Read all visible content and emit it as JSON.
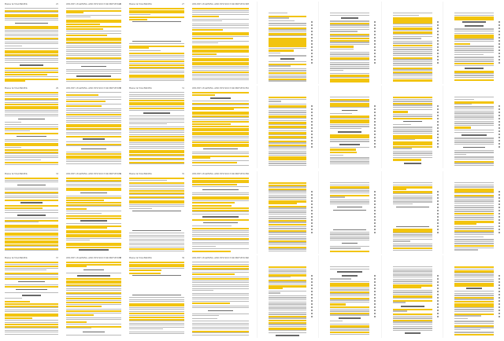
{
  "document": {
    "view": "page-thumbnail-grid",
    "highlight_color": "#f2c40f",
    "columns": 8,
    "rows": 4,
    "running_heads": {
      "left": "Hunter & WALBROEK",
      "right": "ONLINE LEARNING AND INSTRUCTOR PRESENCE"
    },
    "pages": [
      {
        "num": "25"
      },
      {
        "num": "26"
      },
      {
        "num": "27"
      },
      {
        "num": "28"
      },
      {
        "num": ""
      },
      {
        "num": ""
      },
      {
        "num": ""
      },
      {
        "num": ""
      },
      {
        "num": "29"
      },
      {
        "num": "30"
      },
      {
        "num": "31"
      },
      {
        "num": "32"
      },
      {
        "num": ""
      },
      {
        "num": ""
      },
      {
        "num": ""
      },
      {
        "num": ""
      },
      {
        "num": "33"
      },
      {
        "num": "34"
      },
      {
        "num": "35"
      },
      {
        "num": "36"
      },
      {
        "num": ""
      },
      {
        "num": ""
      },
      {
        "num": ""
      },
      {
        "num": ""
      },
      {
        "num": "37"
      },
      {
        "num": "38"
      },
      {
        "num": "39"
      },
      {
        "num": "40"
      },
      {
        "num": ""
      },
      {
        "num": ""
      },
      {
        "num": ""
      },
      {
        "num": ""
      }
    ]
  }
}
